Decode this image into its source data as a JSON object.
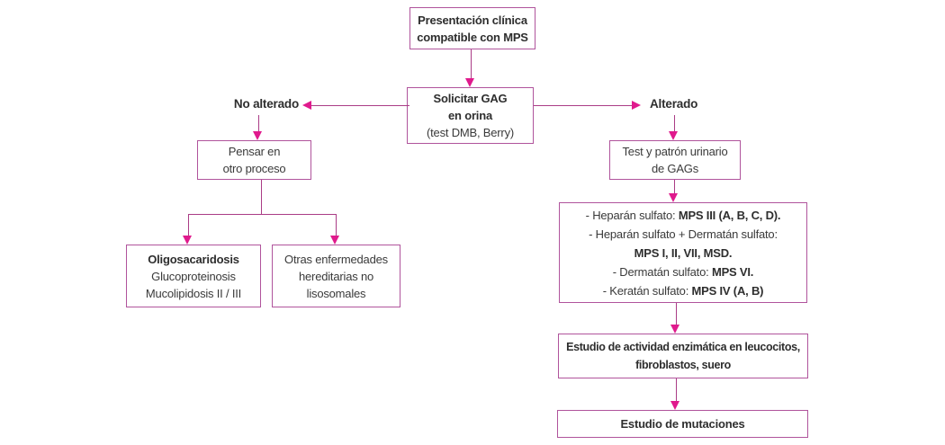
{
  "diagram": {
    "title_semantic": "Algoritmo diagnóstico de MPS",
    "top_box": {
      "lines": [
        "Presentación clínica",
        "compatible con MPS"
      ]
    },
    "central_box": {
      "lines": [
        "Solicitar GAG",
        "en orina"
      ],
      "subtitle": "(test DMB, Berry)"
    },
    "left_label": "No alterado",
    "right_label": "Alterado",
    "pensar_box": {
      "lines": [
        "Pensar en",
        "otro proceso"
      ]
    },
    "test_box": {
      "lines": [
        "Test y patrón urinario",
        "de GAGs"
      ]
    },
    "oligo_box": {
      "title": "Oligosacaridosis",
      "lines": [
        "Glucoproteinosis",
        "Mucolipidosis II / III"
      ]
    },
    "otras_box": {
      "lines": [
        "Otras enfermedades",
        "hereditarias no",
        "lisosomales"
      ]
    },
    "gag_box": {
      "lines": [
        {
          "text": "- Heparán sulfato: ",
          "bold": "MPS III (A, B, C, D)."
        },
        {
          "text": "- Heparán sulfato + Dermatán sulfato:",
          "bold": ""
        },
        {
          "text": "",
          "bold": "MPS I, II, VII, MSD."
        },
        {
          "text": "- Dermatán sulfato: ",
          "bold": "MPS VI."
        },
        {
          "text": "- Keratán sulfato: ",
          "bold": "MPS IV (A, B)"
        }
      ]
    },
    "enzima_box": {
      "lines": [
        "Estudio de actividad enzimática en leucocitos,",
        "fibroblastos, suero"
      ]
    },
    "mutaciones_box": {
      "label": "Estudio de mutaciones"
    },
    "colors": {
      "box_border": "#b0549c",
      "connector_line": "#aa3c86",
      "arrowhead": "#e01a8d",
      "text": "#3a3a3a",
      "background": "#ffffff"
    }
  }
}
